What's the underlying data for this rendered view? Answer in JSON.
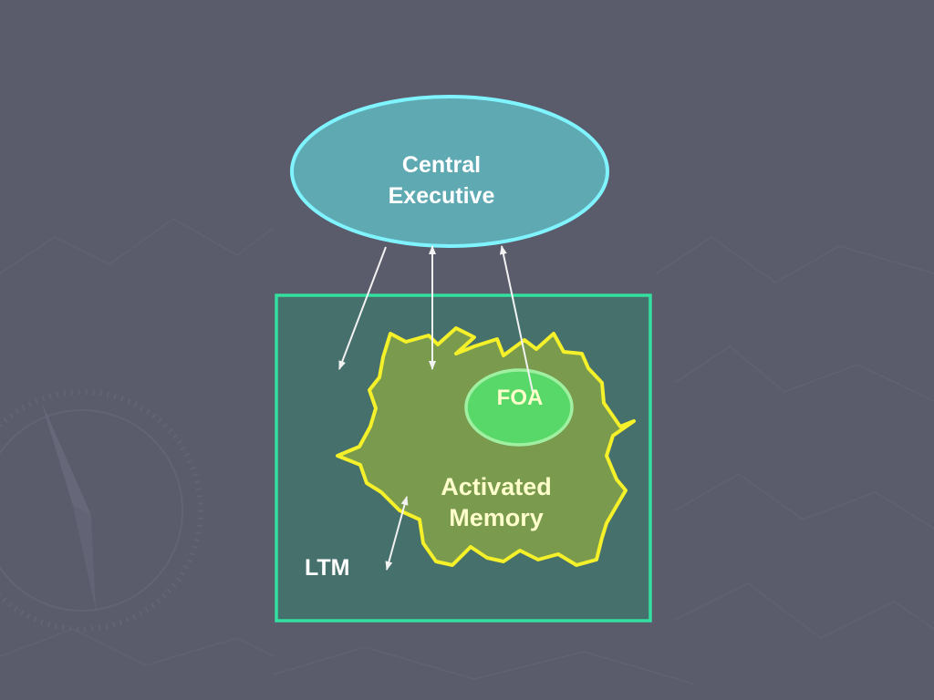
{
  "diagram": {
    "central_executive": {
      "label_line1": "Central",
      "label_line2": "Executive"
    },
    "foa": {
      "label": "FOA"
    },
    "activated_memory": {
      "label_line1": "Activated",
      "label_line2": "Memory"
    },
    "ltm": {
      "label": "LTM"
    }
  },
  "colors": {
    "background": "#5a5b6b",
    "ltm_box_fill": "#46706b",
    "ltm_box_stroke": "#33e0a0",
    "activated_fill": "#7a9a4e",
    "activated_stroke": "#f4f02a",
    "foa_fill": "#58d868",
    "foa_stroke": "#9ff0a0",
    "executive_fill": "#5fa9b3",
    "executive_stroke": "#7ff4ff",
    "arrow": "#f2f2f2"
  }
}
